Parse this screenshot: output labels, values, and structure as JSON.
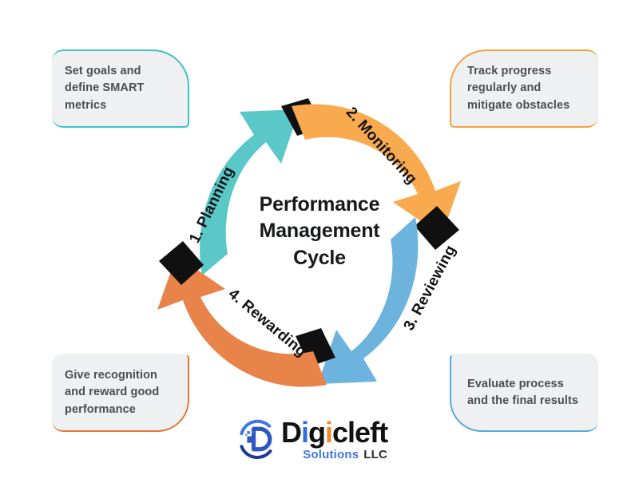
{
  "background": "#ffffff",
  "center": {
    "title": "Performance\nManagement\nCycle"
  },
  "palette": {
    "planning": "#5bc8c8",
    "monitoring": "#f9a94e",
    "reviewing": "#6cb4de",
    "rewarding": "#e8834a",
    "notch": "#101010",
    "callout_bg": "#eef0f1",
    "callout_text": "#4a4e52",
    "title_text": "#16181a"
  },
  "stages": [
    {
      "id": "planning",
      "label": "1. Planning",
      "color": "#5bc8c8",
      "callout": "Set goals and\ndefine SMART\nmetrics",
      "callout_position": "top-left"
    },
    {
      "id": "monitoring",
      "label": "2. Monitoring",
      "color": "#f9a94e",
      "callout": "Track progress\nregularly and\nmitigate obstacles",
      "callout_position": "top-right"
    },
    {
      "id": "reviewing",
      "label": "3. Reviewing",
      "color": "#6cb4de",
      "callout": "Evaluate process\nand the final results",
      "callout_position": "bottom-right"
    },
    {
      "id": "rewarding",
      "label": "4. Rewarding",
      "color": "#e8834a",
      "callout": "Give recognition\nand reward good\nperformance",
      "callout_position": "bottom-left"
    }
  ],
  "logo": {
    "word_part1": "D",
    "word_part2": "i",
    "word_part3": "g",
    "word_part4": "i",
    "word_part5": "cleft",
    "sub_primary": "Solutions",
    "sub_secondary": "LLC",
    "mark_name": "digicleft-circular-d-mark"
  }
}
